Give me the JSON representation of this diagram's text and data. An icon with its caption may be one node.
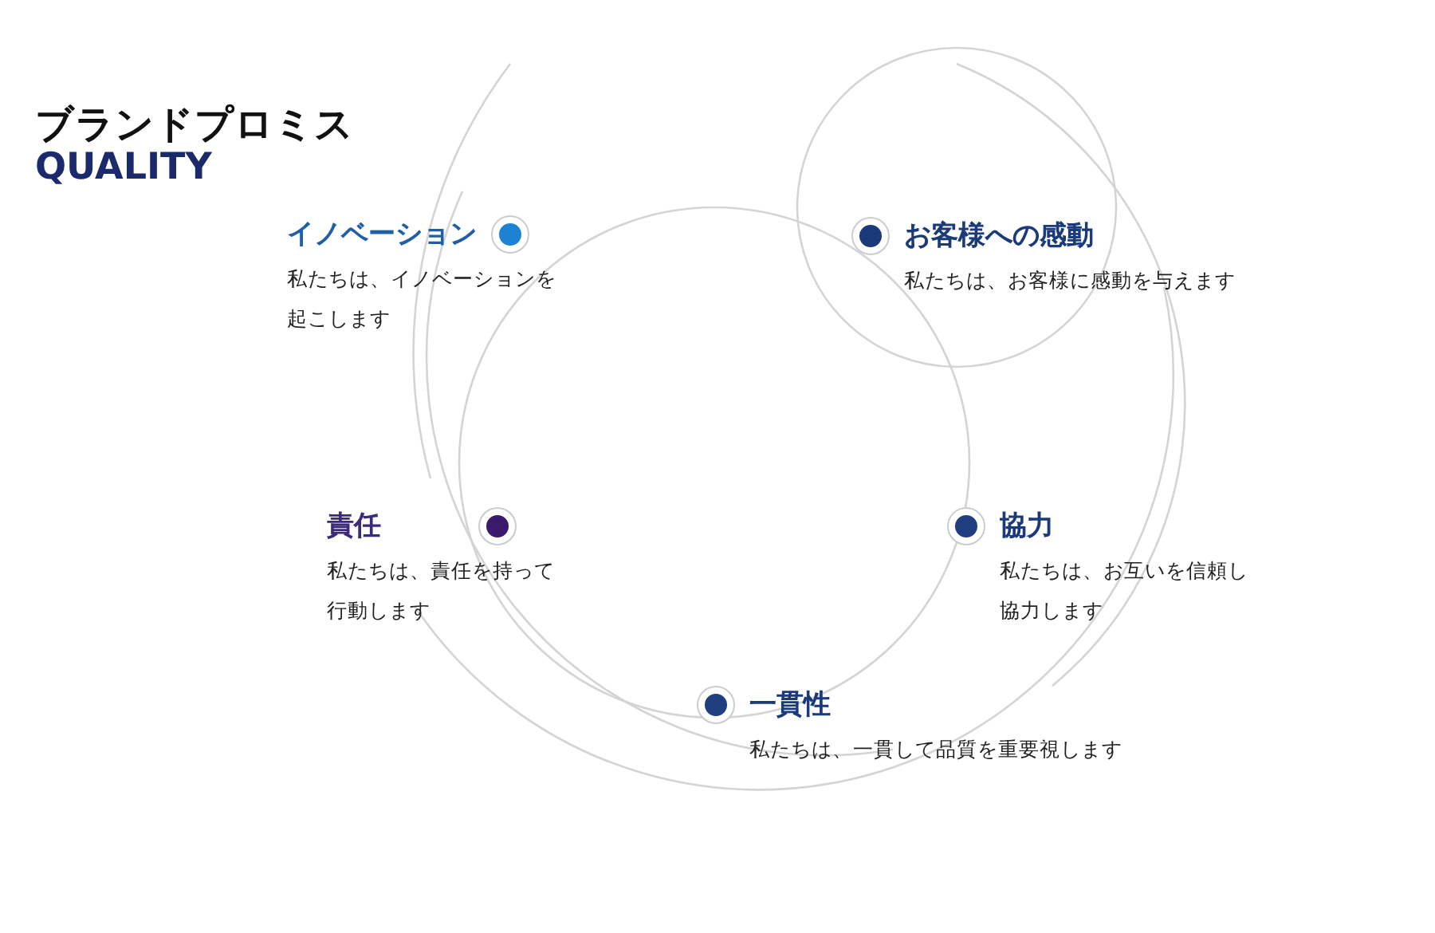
{
  "diagram": {
    "title": "ブランドプロミス",
    "nodes": [
      {
        "text": [
          "イノベーション",
          "私たちは、イノベーションを起こします"
        ]
      },
      {
        "text": [
          "お客様への感動",
          "私たちは、お客様に感動を与えます"
        ]
      },
      {
        "text": [
          "責任",
          "私たちは、責任を持って行動します"
        ]
      },
      {
        "text": [
          "協力",
          "私たちは、お互いを信頼し協力します"
        ]
      },
      {
        "text": [
          "一貫性",
          "私たちは、一貫して品質を重要視します"
        ]
      }
    ],
    "edges": [],
    "labels": [
      "QUALITY"
    ]
  }
}
